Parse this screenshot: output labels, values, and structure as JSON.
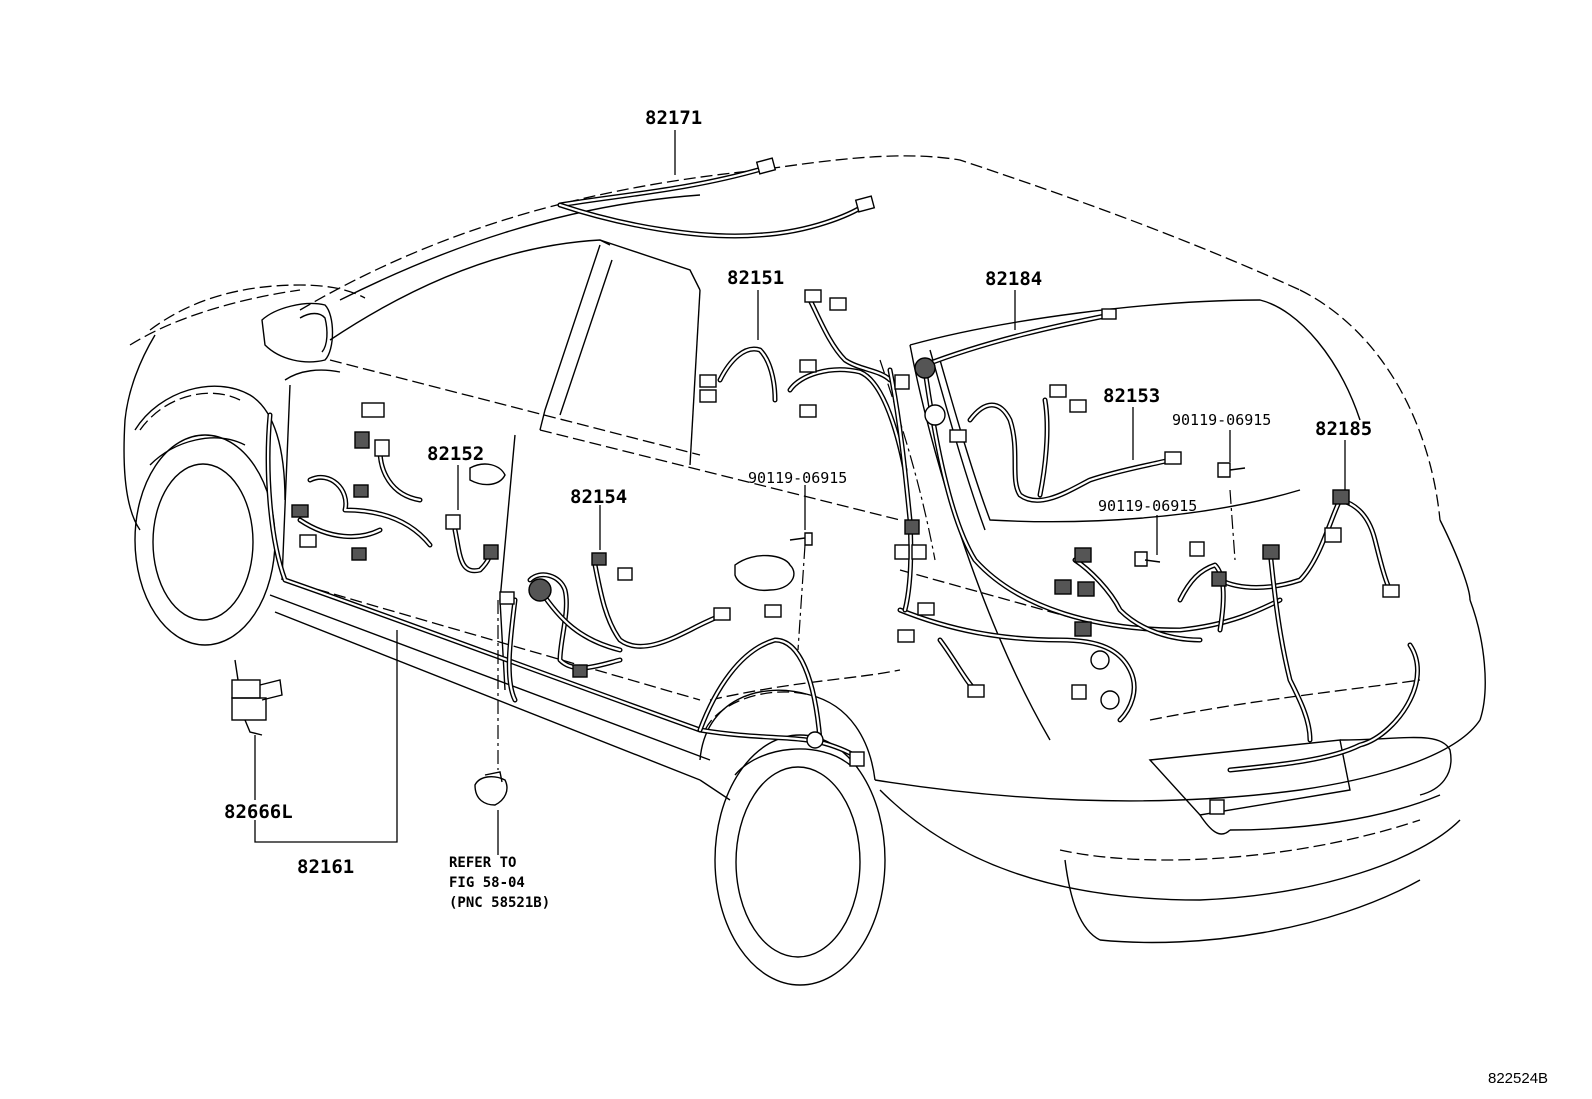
{
  "labels": {
    "p82171": "82171",
    "p82151": "82151",
    "p82184": "82184",
    "p82153": "82153",
    "p82152": "82152",
    "p82154": "82154",
    "p82185": "82185",
    "bolt_a": "90119-06915",
    "bolt_b": "90119-06915",
    "bolt_c": "90119-06915",
    "p82666L": "82666L",
    "p82161": "82161"
  },
  "reference": {
    "line1": "REFER TO",
    "line2": "FIG 58-04",
    "line3": "(PNC 58521B)"
  },
  "figure_code": "822524B"
}
